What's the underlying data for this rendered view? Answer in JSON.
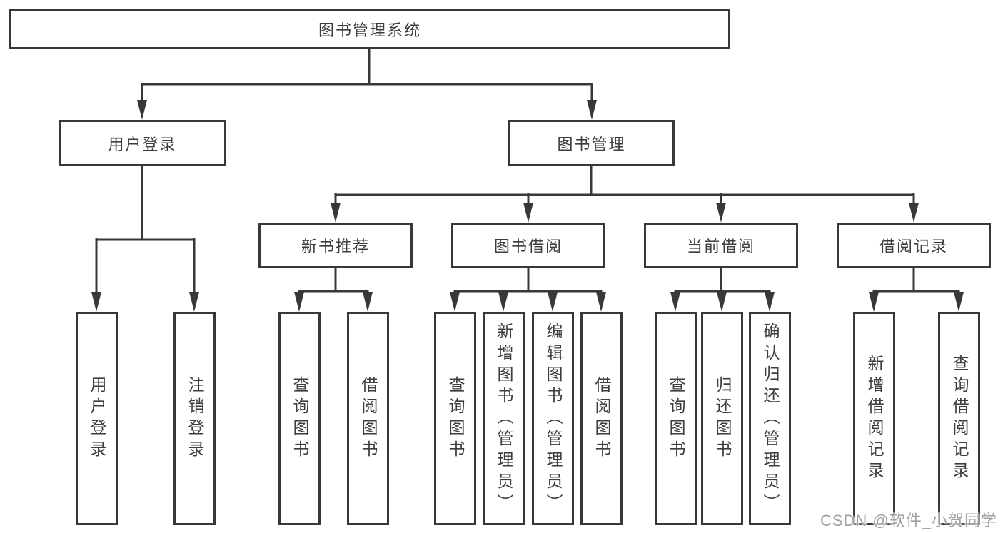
{
  "colors": {
    "background": "#ffffff",
    "line": "#383838",
    "box_border": "#383838",
    "text": "#3d3d3d",
    "watermark": "#a0a0a0"
  },
  "watermark": {
    "text": "CSDN @软件_小贺同学"
  },
  "diagram": {
    "type": "tree",
    "root": {
      "label": "图书管理系统",
      "children": [
        {
          "label": "用户登录",
          "children": [
            {
              "label": "用户登录"
            },
            {
              "label": "注销登录"
            }
          ]
        },
        {
          "label": "图书管理",
          "children": [
            {
              "label": "新书推荐",
              "children": [
                {
                  "label": "查询图书"
                },
                {
                  "label": "借阅图书"
                }
              ]
            },
            {
              "label": "图书借阅",
              "children": [
                {
                  "label": "查询图书"
                },
                {
                  "label": "新增图书（管理员）"
                },
                {
                  "label": "编辑图书（管理员）"
                },
                {
                  "label": "借阅图书"
                }
              ]
            },
            {
              "label": "当前借阅",
              "children": [
                {
                  "label": "查询图书"
                },
                {
                  "label": "归还图书"
                },
                {
                  "label": "确认归还（管理员）"
                }
              ]
            },
            {
              "label": "借阅记录",
              "children": [
                {
                  "label": "新增借阅记录"
                },
                {
                  "label": "查询借阅记录"
                }
              ]
            }
          ]
        }
      ]
    }
  }
}
